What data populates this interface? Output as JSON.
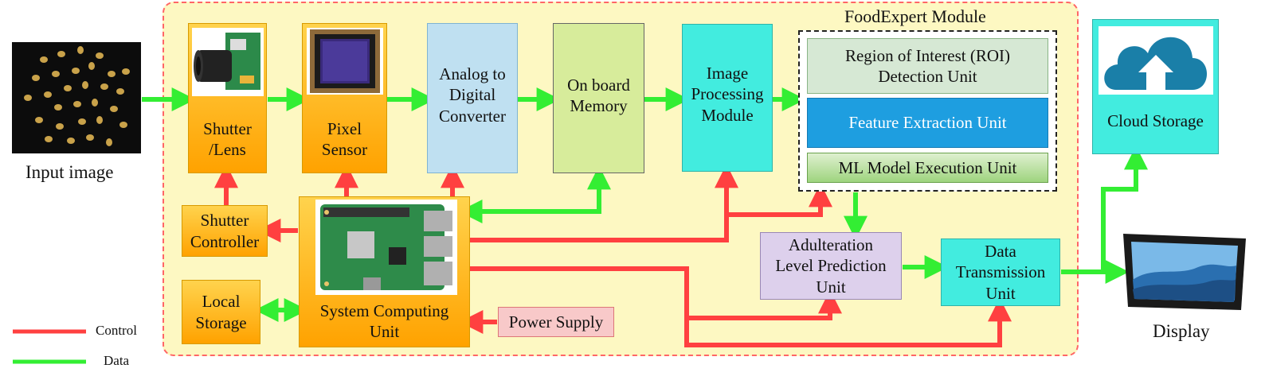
{
  "module": {
    "title": "FoodExpert Module"
  },
  "input": {
    "label": "Input image"
  },
  "display": {
    "label": "Display"
  },
  "blocks": {
    "shutter_lens": [
      "Shutter",
      "/Lens"
    ],
    "pixel_sensor": [
      "Pixel",
      "Sensor"
    ],
    "adc": [
      "Analog to",
      "Digital",
      "Converter"
    ],
    "memory": [
      "On board",
      "Memory"
    ],
    "image_processing": [
      "Image",
      "Processing",
      "Module"
    ],
    "roi": [
      "Region of Interest (ROI)",
      "Detection Unit"
    ],
    "feature": [
      "Feature Extraction Unit"
    ],
    "ml": [
      "ML Model Execution Unit"
    ],
    "cloud": [
      "Cloud Storage"
    ],
    "shutter_controller": [
      "Shutter",
      "Controller"
    ],
    "local_storage": [
      "Local",
      "Storage"
    ],
    "system_computing": [
      "System Computing",
      "Unit"
    ],
    "power_supply": [
      "Power Supply"
    ],
    "adulteration": [
      "Adulteration",
      "Level Prediction",
      "Unit"
    ],
    "data_tx": [
      "Data",
      "Transmission",
      "Unit"
    ]
  },
  "legend": {
    "control": "Control",
    "data": "Data"
  },
  "colors": {
    "control": "#ff4040",
    "data": "#33ee33",
    "module_border": "#ff6666",
    "module_fill": "#fdf8c2"
  },
  "icons": [
    "seeds-photo",
    "camera-module-icon",
    "image-sensor-chip-icon",
    "raspberry-pi-board-icon",
    "cloud-upload-icon",
    "monitor-icon"
  ]
}
